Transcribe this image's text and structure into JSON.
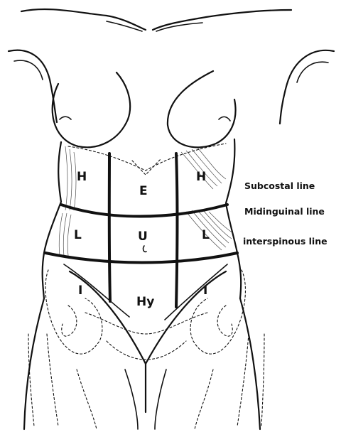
{
  "regions": {
    "hypochondriac_left": "H",
    "epigastric": "E",
    "hypochondriac_right": "H",
    "lumbar_left": "L",
    "umbilical": "U",
    "lumbar_right": "L",
    "iliac_left": "I",
    "hypogastric": "Hy",
    "iliac_right": "I"
  },
  "lines": {
    "subcostal": "Subcostal line",
    "midinguinal": "Midinguinal line",
    "interspinous": "interspinous line"
  }
}
